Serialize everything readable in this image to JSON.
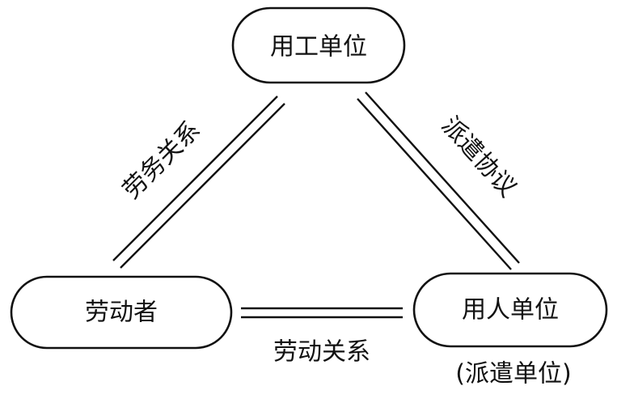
{
  "nodes": {
    "employer": {
      "label": "用工单位"
    },
    "worker": {
      "label": "劳动者"
    },
    "dispatcher": {
      "label": "用人单位",
      "sublabel": "(派遣单位)"
    }
  },
  "edges": {
    "labor_service": {
      "label": "劳务关系"
    },
    "dispatch_agreement": {
      "label": "派遣协议"
    },
    "labor_relation": {
      "label": "劳动关系"
    }
  },
  "colors": {
    "stroke": "#111111",
    "background": "#ffffff"
  }
}
